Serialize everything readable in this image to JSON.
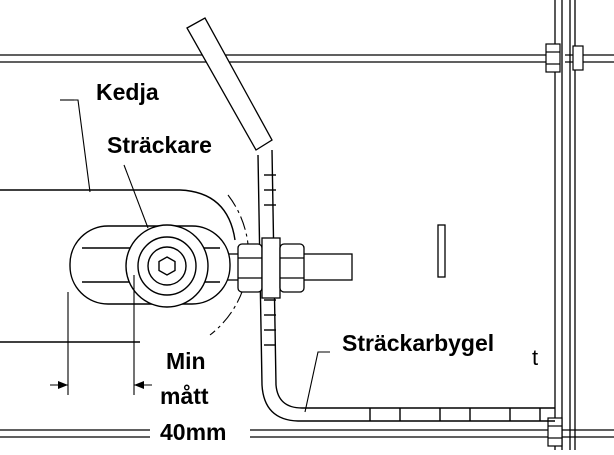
{
  "labels": {
    "chain": "Kedja",
    "tensioner": "Sträckare",
    "bracket": "Sträckarbygel",
    "min_line1": "Min",
    "min_line2": "mått",
    "min_line3": "40mm",
    "edge_letter": "t"
  },
  "colors": {
    "line": "#000000",
    "part_fill": "#ffffff",
    "background": "#ffffff"
  }
}
